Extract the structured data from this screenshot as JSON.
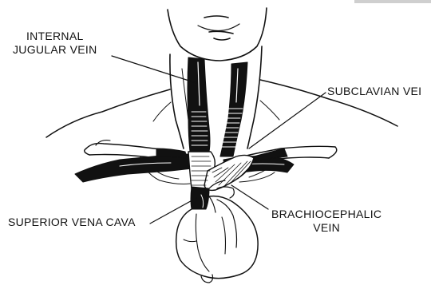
{
  "labels": {
    "internal_jugular_vein": [
      "INTERNAL",
      "JUGULAR VEIN"
    ],
    "subclavian_vein": "SUBCLAVIAN VEI",
    "superior_vena_cava": "SUPERIOR VENA CAVA",
    "brachiocephalic_vein": [
      "BRACHIOCEPHALIC",
      "VEIN"
    ]
  },
  "colors": {
    "ink": "#111111",
    "paper": "#ffffff"
  }
}
